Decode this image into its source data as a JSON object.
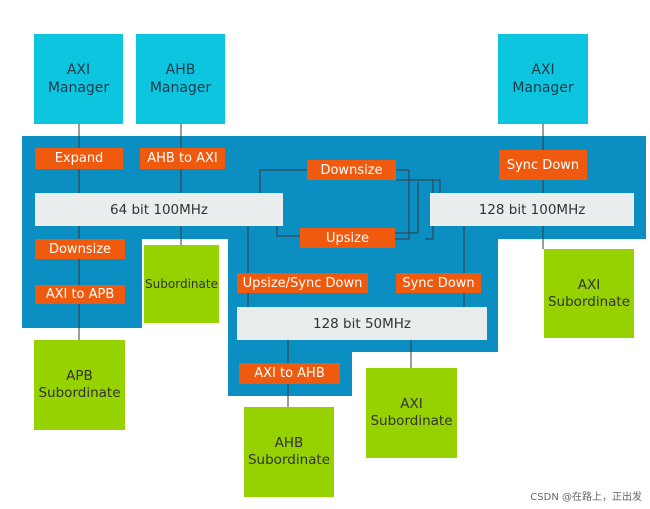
{
  "managers": {
    "axi_left": "AXI\nManager",
    "ahb": "AHB\nManager",
    "axi_right": "AXI\nManager"
  },
  "converters": {
    "expand": "Expand",
    "ahb_to_axi": "AHB to AXI",
    "downsize_mid": "Downsize",
    "sync_down_right": "Sync Down",
    "downsize_left": "Downsize",
    "upsize": "Upsize",
    "axi_to_apb": "AXI to APB",
    "upsize_sync_down": "Upsize/Sync Down",
    "sync_down_mid": "Sync Down",
    "axi_to_ahb": "AXI to AHB"
  },
  "buses": {
    "bus_64": "64 bit 100MHz",
    "bus_128_100": "128 bit 100MHz",
    "bus_128_50": "128 bit 50MHz"
  },
  "subordinates": {
    "sub_small": "Subordinate",
    "apb": "APB\nSubordinate",
    "axi_right": "AXI\nSubordinate",
    "axi_mid": "AXI\nSubordinate",
    "ahb": "AHB\nSubordinate"
  },
  "watermark": "CSDN @在路上，正出发",
  "colors": {
    "interconnect": "#0b8fc3",
    "manager": "#0ec5e0",
    "subordinate": "#96d100",
    "converter": "#f05a0f",
    "bus": "#e9eded"
  }
}
